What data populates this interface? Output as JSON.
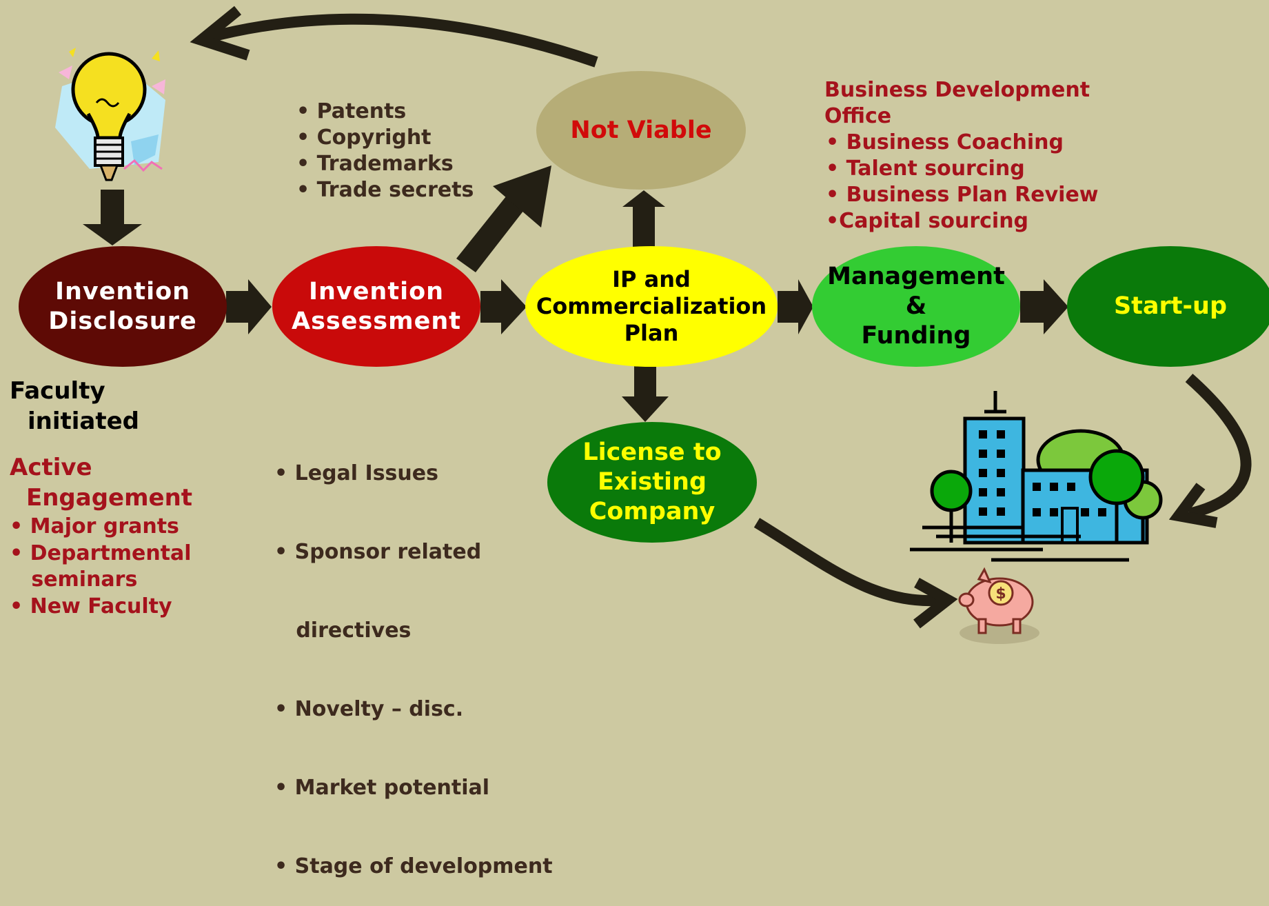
{
  "nodes": {
    "invention_disclosure": "Invention\nDisclosure",
    "invention_assessment": "Invention\nAssessment",
    "ip_plan": "IP and\nCommercialization\nPlan",
    "management_funding": "Management\n&\nFunding",
    "startup": "Start-up",
    "not_viable": "Not Viable",
    "license": "License to\nExisting\nCompany"
  },
  "ip_types": [
    "• Patents",
    "• Copyright",
    "• Trademarks",
    "• Trade secrets"
  ],
  "assessment_criteria": [
    "• Legal Issues",
    "• Sponsor related",
    "   directives",
    "• Novelty – disc.",
    "• Market potential",
    "• Stage of development"
  ],
  "bdo": {
    "title_line1": "Business Development",
    "title_line2": "Office",
    "items": [
      "• Business Coaching",
      "• Talent sourcing",
      "• Business Plan Review",
      "•Capital sourcing"
    ]
  },
  "faculty": {
    "line1": "Faculty",
    "line2": "initiated"
  },
  "engagement": {
    "line1": "Active",
    "line2": "Engagement",
    "items": [
      "• Major grants",
      "• Departmental",
      "   seminars",
      "• New Faculty"
    ]
  },
  "icons": {
    "lightbulb": "lightbulb-icon",
    "building": "building-icon",
    "piggy_bank": "piggy-bank-icon"
  },
  "colors": {
    "background": "#cdc9a1",
    "disclosure": "#5e0a05",
    "assessment": "#c90a0a",
    "ip_plan": "#ffff00",
    "management": "#33cc33",
    "startup": "#0a7a0a",
    "not_viable": "#b6ad77",
    "license": "#0a7a0a",
    "arrow": "#231f14",
    "dark_red_text": "#a5121c",
    "dark_text": "#3d2a1e"
  }
}
